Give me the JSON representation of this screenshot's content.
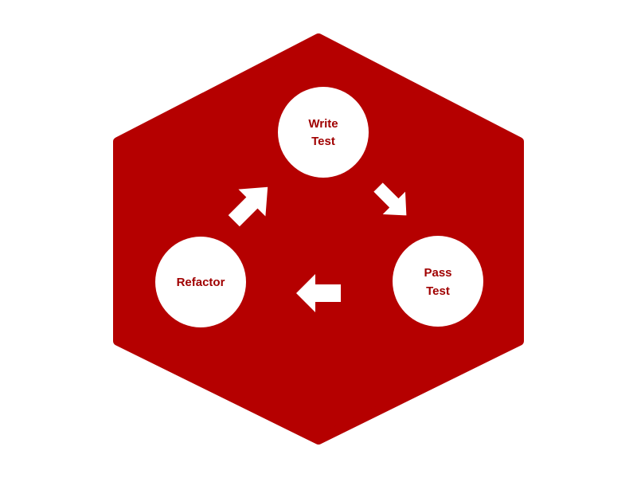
{
  "colors": {
    "background": "#ffffff",
    "hexagon_fill": "#b50000",
    "circle_fill": "#ffffff",
    "arrow_fill": "#ffffff",
    "label_color": "#a00000"
  },
  "nodes": {
    "write_test": {
      "line1": "Write",
      "line2": "Test"
    },
    "pass_test": {
      "line1": "Pass",
      "line2": "Test"
    },
    "refactor": {
      "label": "Refactor"
    }
  },
  "arrows": [
    {
      "from": "write_test",
      "to": "pass_test",
      "direction": "down-right"
    },
    {
      "from": "pass_test",
      "to": "refactor",
      "direction": "left"
    },
    {
      "from": "refactor",
      "to": "write_test",
      "direction": "up-right"
    }
  ]
}
